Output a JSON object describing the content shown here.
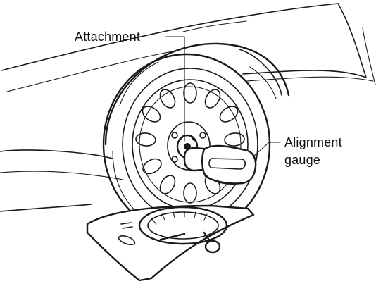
{
  "labels": {
    "attachment": "Attachment",
    "alignment_gauge_line1": "Alignment",
    "alignment_gauge_line2": "gauge"
  }
}
